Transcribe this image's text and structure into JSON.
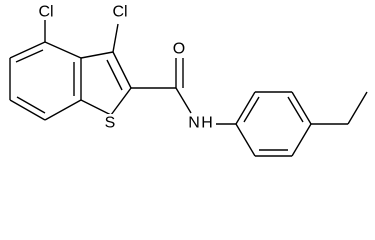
{
  "molecule": {
    "atoms": {
      "cl4": "Cl",
      "cl3": "Cl",
      "o": "O",
      "s": "S",
      "n": "N",
      "h": "H"
    }
  },
  "colors": {
    "line": "#000000",
    "background": "#ffffff"
  }
}
